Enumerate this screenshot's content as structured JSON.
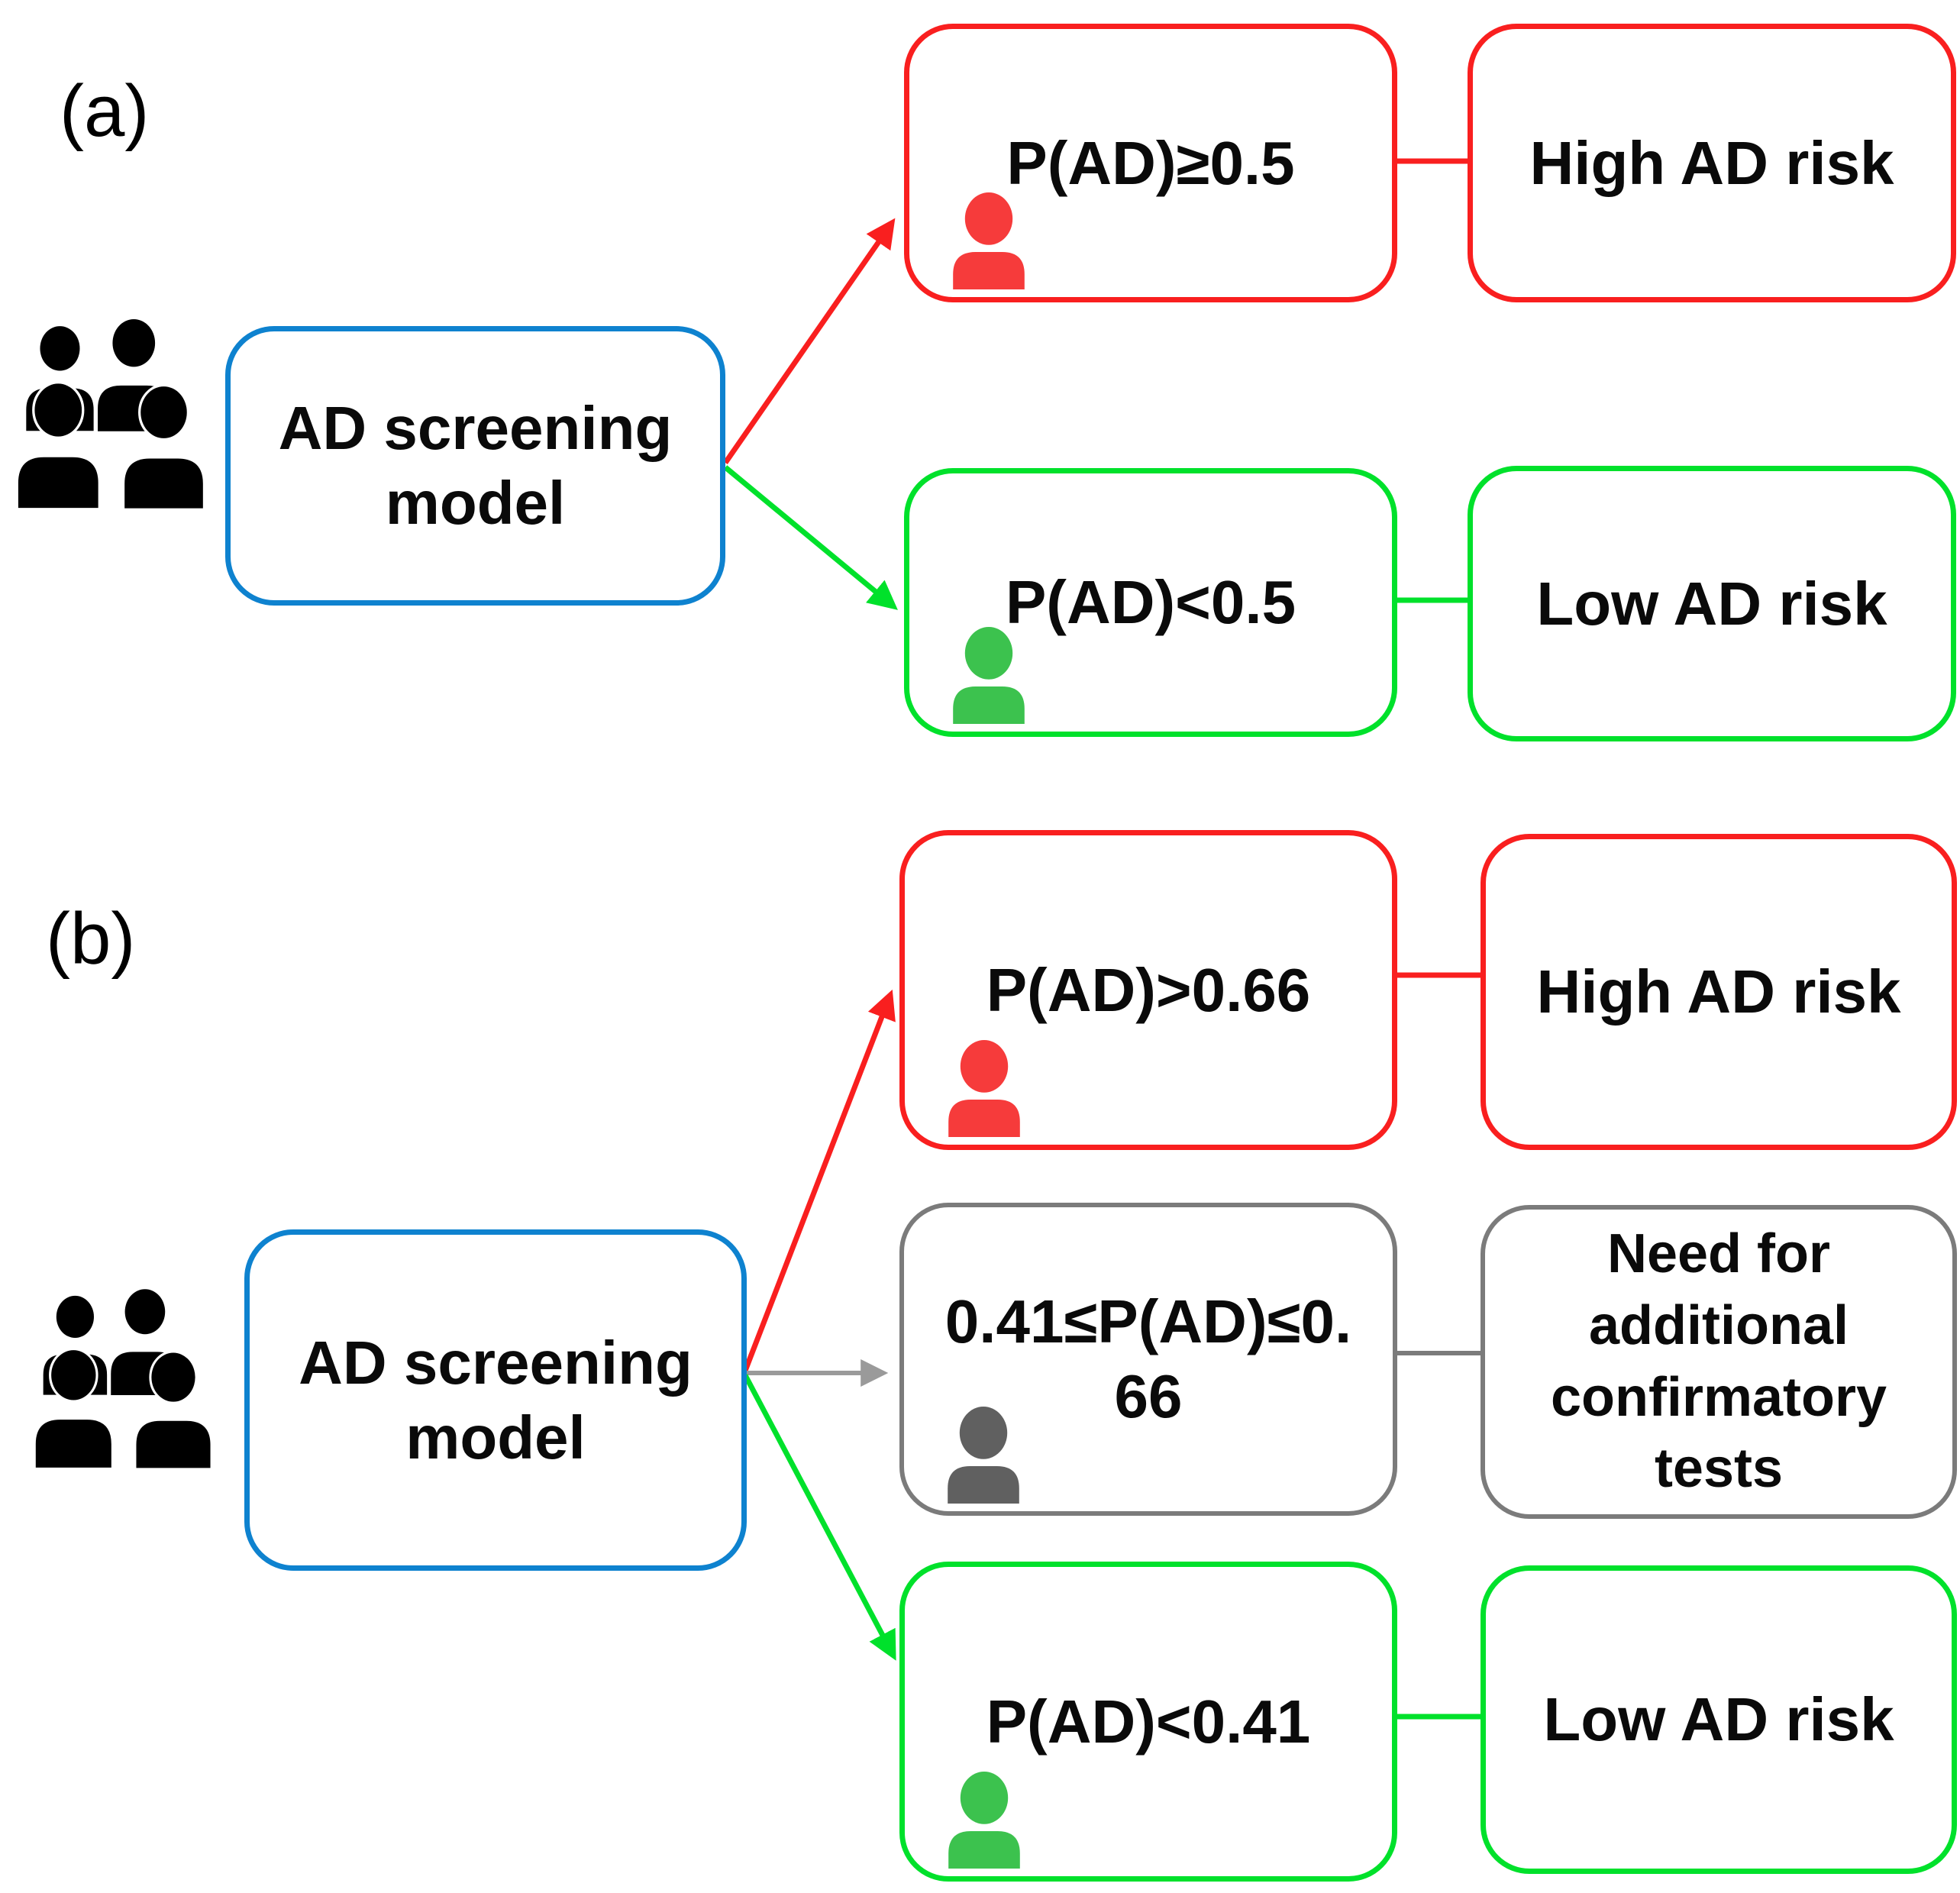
{
  "figure": {
    "type": "flow-diagram",
    "description_colors": {
      "model_box_border": "#0e82cf",
      "high_risk": "#f91f1f",
      "high_risk_person": "#f63b3b",
      "low_risk": "#00e12b",
      "low_risk_person": "#3cc24e",
      "intermediate": "#7b7b7b",
      "intermediate_person": "#606060",
      "intermediate_arrow": "#9a9a9a",
      "text": "#0a0a0a"
    }
  },
  "a": {
    "label": "(a)",
    "model_lines": [
      "AD screening",
      "model"
    ],
    "high": {
      "condition": "P(AD)≥0.5",
      "outcome": "High AD risk"
    },
    "low": {
      "condition": "P(AD)<0.5",
      "outcome": "Low AD risk"
    }
  },
  "b": {
    "label": "(b)",
    "model_lines": [
      "AD screening",
      "model"
    ],
    "high": {
      "condition": "P(AD)>0.66",
      "outcome": "High AD risk"
    },
    "mid": {
      "condition_lines": [
        "0.41≤P(AD)≤0.",
        "66"
      ],
      "outcome_lines": [
        "Need for",
        "additional",
        "confirmatory",
        "tests"
      ]
    },
    "low": {
      "condition": "P(AD)<0.41",
      "outcome": "Low AD risk"
    }
  },
  "icons": {
    "people_group": "people-group-silhouette",
    "person": "person-bust-silhouette"
  }
}
